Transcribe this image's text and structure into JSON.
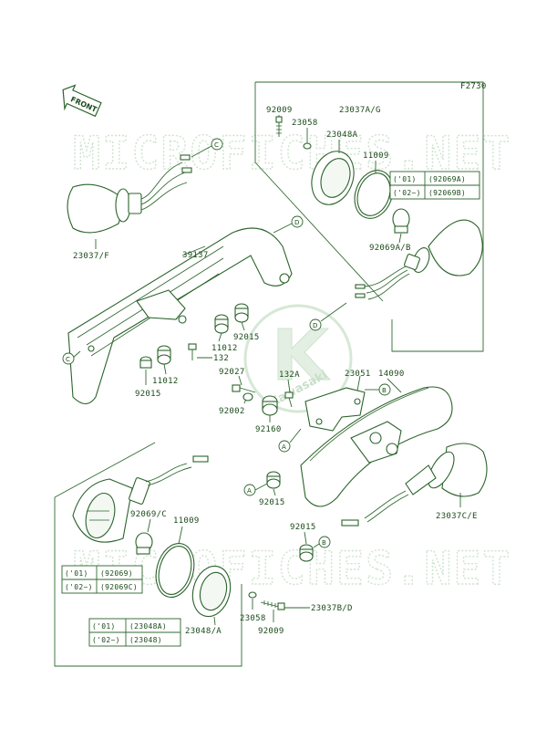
{
  "figure_code": "F2730",
  "front_label": "FRONT",
  "watermark": "MICROFICHES.NET",
  "logo_text": "Kawasaki",
  "labels": {
    "p92009_top": "92009",
    "p23058_top": "23058",
    "p23037ag": "23037A/G",
    "p23048a": "23048A",
    "p11009_top": "11009",
    "p92069ab": "92069A/B",
    "p23037f": "23037/F",
    "p39137": "39137",
    "p92015_mid": "92015",
    "p11012_mid": "11012",
    "p132": "132",
    "p11012_left": "11012",
    "p92015_left": "92015",
    "p92027": "92027",
    "p92002": "92002",
    "p132a": "132A",
    "p23051": "23051",
    "p14090": "14090",
    "p92160": "92160",
    "p92015_low": "92015",
    "p23037ce": "23037C/E",
    "p92015_bottom": "92015",
    "p92069c": "92069/C",
    "p11009_bottom": "11009",
    "p23058_bottom": "23058",
    "p92009_bottom": "92009",
    "p23048a_bottom": "23048/A",
    "p23037bd": "23037B/D"
  },
  "callouts": {
    "c": "C",
    "d": "D",
    "a": "A",
    "b": "B"
  },
  "tables": {
    "top": [
      {
        "year": "('01)",
        "part": "(92069A)"
      },
      {
        "year": "('02~)",
        "part": "(92069B)"
      }
    ],
    "mid": [
      {
        "year": "('01)",
        "part": "(92069)"
      },
      {
        "year": "('02~)",
        "part": "(92069C)"
      }
    ],
    "bottom": [
      {
        "year": "('01)",
        "part": "(23048A)"
      },
      {
        "year": "('02~)",
        "part": "(23048)"
      }
    ]
  }
}
